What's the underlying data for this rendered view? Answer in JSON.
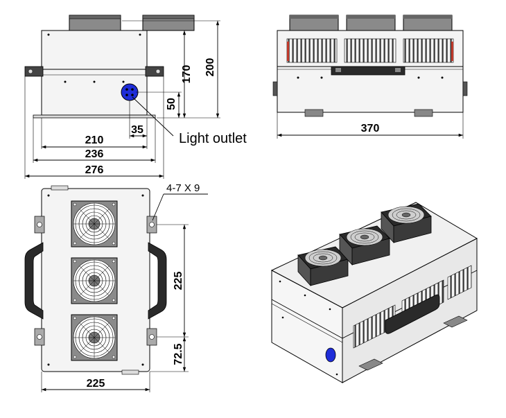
{
  "front_view": {
    "dim_210": "210",
    "dim_236": "236",
    "dim_276": "276",
    "dim_35": "35",
    "dim_170": "170",
    "dim_200": "200",
    "dim_50": "50",
    "light_outlet_label": "Light outlet",
    "outlet_color": "#1f2dd8"
  },
  "side_view": {
    "dim_370": "370"
  },
  "top_view": {
    "hole_callout": "4-7 X 9",
    "dim_225_vertical": "225",
    "dim_72_5": "72.5",
    "dim_225_horizontal": "225"
  },
  "iso_view": {
    "outlet_color": "#1f2dd8"
  }
}
